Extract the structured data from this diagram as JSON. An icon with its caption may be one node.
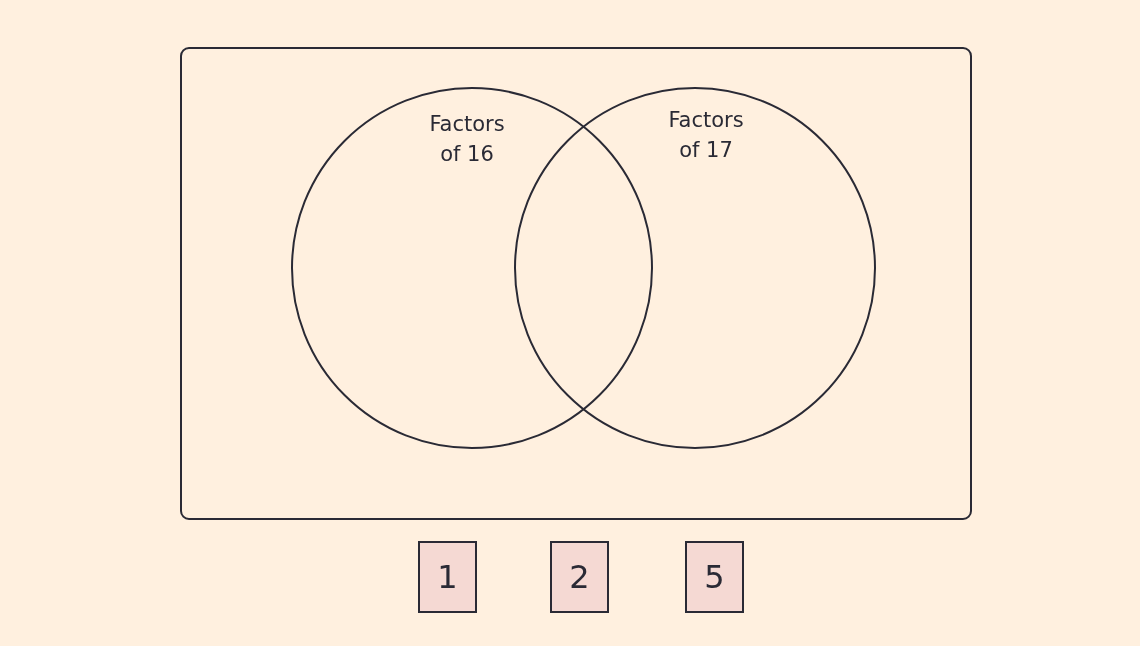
{
  "diagram": {
    "nodes": [
      {
        "text": [],
        "shape": "box"
      },
      {
        "text": [
          "Factors of 16"
        ],
        "in": 0
      },
      {
        "text": [
          "Factors of 17"
        ],
        "in": 0
      },
      {
        "text": [
          "1"
        ]
      },
      {
        "text": [
          "2"
        ]
      },
      {
        "text": [
          "5"
        ]
      }
    ]
  }
}
